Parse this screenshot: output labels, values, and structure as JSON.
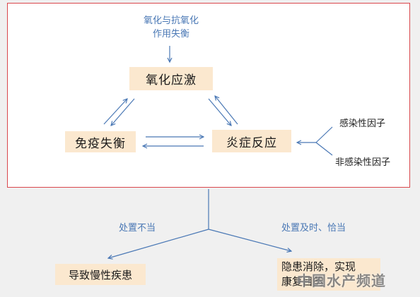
{
  "top_note": {
    "line1": "氧化与抗氧化",
    "line2": "作用失衡"
  },
  "nodes": {
    "oxidative_stress": "氧化应激",
    "immune_imbalance": "免疫失衡",
    "inflammation": "炎症反应"
  },
  "factors": {
    "infectious": "感染性因子",
    "non_infectious": "非感染性因子"
  },
  "branches": {
    "improper": "处置不当",
    "proper": "处置及时、恰当"
  },
  "outcomes": {
    "chronic": "导致慢性疾患",
    "health_line1": "隐患消除，实现",
    "health_line2": "康复目的"
  },
  "watermark": "中国水产频道"
}
